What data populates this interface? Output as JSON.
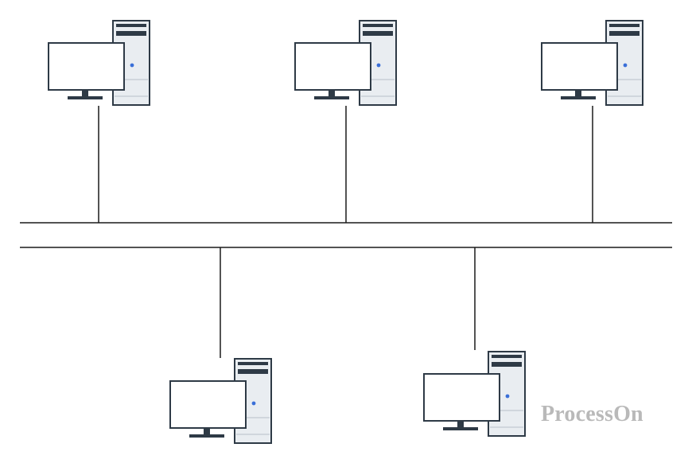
{
  "diagram": {
    "type": "bus-network",
    "nodes": [
      {
        "id": "pc-1",
        "kind": "desktop-computer",
        "connects_to": "bus-top"
      },
      {
        "id": "pc-2",
        "kind": "desktop-computer",
        "connects_to": "bus-top"
      },
      {
        "id": "pc-3",
        "kind": "desktop-computer",
        "connects_to": "bus-top"
      },
      {
        "id": "pc-4",
        "kind": "desktop-computer",
        "connects_to": "bus-bottom"
      },
      {
        "id": "pc-5",
        "kind": "desktop-computer",
        "connects_to": "bus-bottom"
      }
    ],
    "buses": [
      {
        "id": "bus-top"
      },
      {
        "id": "bus-bottom"
      }
    ]
  },
  "colors": {
    "line": "#1a1a1a",
    "tower_fill": "#e9edf1",
    "tower_dark": "#2e3a46",
    "monitor_fill": "#ffffff",
    "power_led": "#3a6fd8",
    "watermark": "#b9b9b9"
  },
  "watermark": "ProcessOn"
}
